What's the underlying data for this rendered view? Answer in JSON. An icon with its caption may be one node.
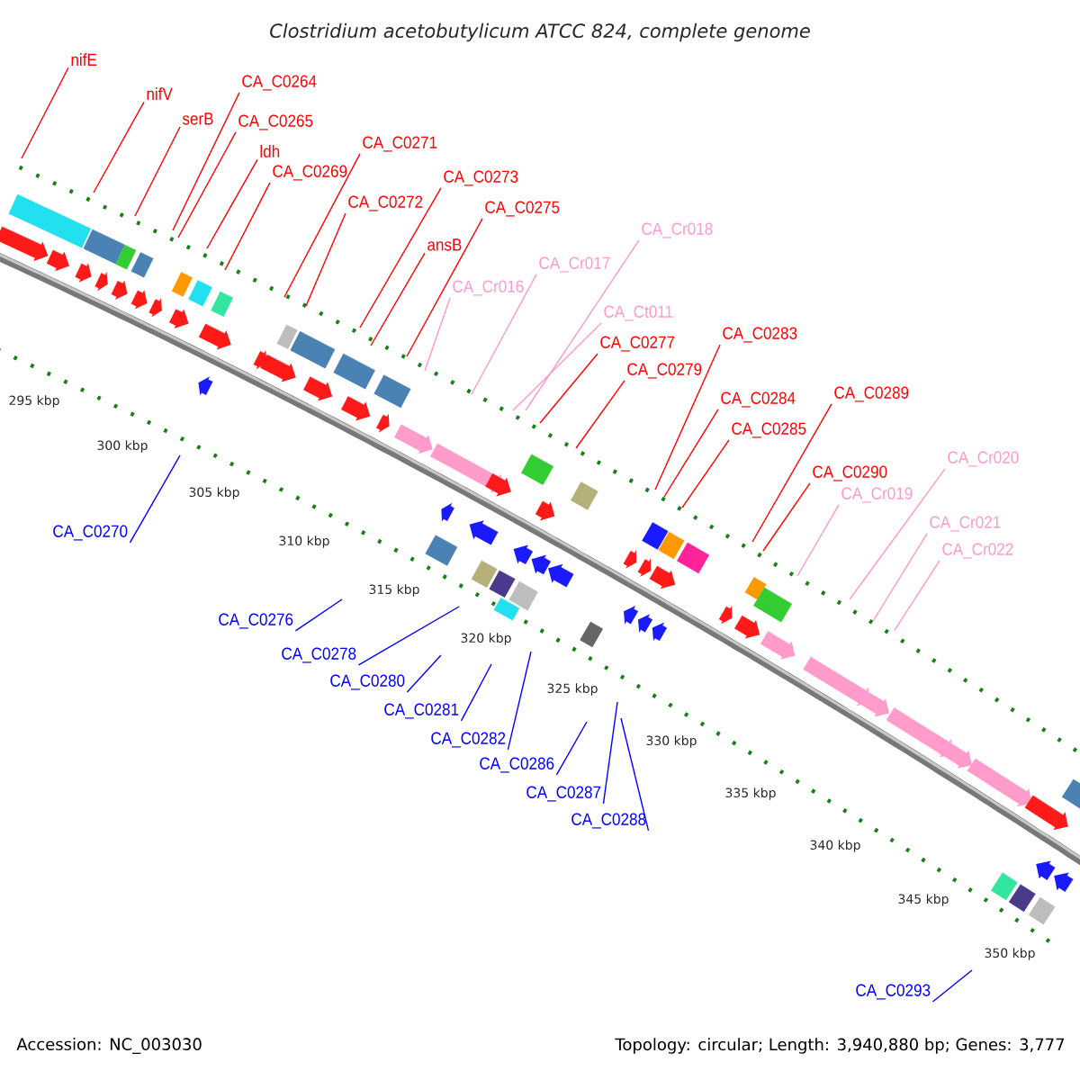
{
  "diagram": {
    "title": "Clostridium acetobutylicum ATCC 824, complete genome",
    "nodes": [
      {
        "text": [
          "nifE"
        ]
      },
      {
        "text": [
          "nifV"
        ]
      },
      {
        "text": [
          "CA_C0264"
        ]
      },
      {
        "text": [
          "serB"
        ]
      },
      {
        "text": [
          "CA_C0265"
        ]
      },
      {
        "text": [
          "ldh"
        ]
      },
      {
        "text": [
          "CA_C0271"
        ]
      },
      {
        "text": [
          "CA_C0269"
        ]
      },
      {
        "text": [
          "CA_C0273"
        ]
      },
      {
        "text": [
          "CA_C0272"
        ]
      },
      {
        "text": [
          "CA_C0275"
        ]
      },
      {
        "text": [
          "CA_Cr018"
        ]
      },
      {
        "text": [
          "ansB"
        ]
      },
      {
        "text": [
          "CA_Cr017"
        ]
      },
      {
        "text": [
          "CA_Cr016"
        ]
      },
      {
        "text": [
          "CA_Ct011"
        ]
      },
      {
        "text": [
          "CA_C0283"
        ]
      },
      {
        "text": [
          "CA_C0277"
        ]
      },
      {
        "text": [
          "CA_C0279"
        ]
      },
      {
        "text": [
          "CA_C0289"
        ]
      },
      {
        "text": [
          "CA_C0284"
        ]
      },
      {
        "text": [
          "CA_C0285"
        ]
      },
      {
        "text": [
          "CA_Cr020"
        ]
      },
      {
        "text": [
          "CA_C0290"
        ]
      },
      {
        "text": [
          "CA_Cr019"
        ]
      },
      {
        "text": [
          "CA_Cr021"
        ]
      },
      {
        "text": [
          "CA_Cr022"
        ]
      },
      {
        "text": [
          "CA_C0270"
        ]
      },
      {
        "text": [
          "CA_C0276"
        ]
      },
      {
        "text": [
          "CA_C0278"
        ]
      },
      {
        "text": [
          "CA_C0280"
        ]
      },
      {
        "text": [
          "CA_C0281"
        ]
      },
      {
        "text": [
          "CA_C0282"
        ]
      },
      {
        "text": [
          "CA_C0286"
        ]
      },
      {
        "text": [
          "CA_C0287"
        ]
      },
      {
        "text": [
          "CA_C0288"
        ]
      },
      {
        "text": [
          "CA_C0293"
        ]
      }
    ],
    "edges": [
      {
        "from": 0,
        "to": null,
        "arrow": "none"
      },
      {
        "from": 1,
        "to": null,
        "arrow": "none"
      },
      {
        "from": 2,
        "to": null,
        "arrow": "none"
      },
      {
        "from": 3,
        "to": null,
        "arrow": "none"
      },
      {
        "from": 4,
        "to": null,
        "arrow": "none"
      },
      {
        "from": 5,
        "to": null,
        "arrow": "none"
      },
      {
        "from": 6,
        "to": null,
        "arrow": "none"
      },
      {
        "from": 7,
        "to": null,
        "arrow": "none"
      },
      {
        "from": 8,
        "to": null,
        "arrow": "none"
      },
      {
        "from": 9,
        "to": null,
        "arrow": "none"
      },
      {
        "from": 10,
        "to": null,
        "arrow": "none"
      },
      {
        "from": 11,
        "to": null,
        "arrow": "none",
        "color": "#ff99cc"
      },
      {
        "from": 12,
        "to": null,
        "arrow": "none"
      },
      {
        "from": 13,
        "to": null,
        "arrow": "none",
        "color": "#ff99cc"
      },
      {
        "from": 14,
        "to": null,
        "arrow": "none",
        "color": "#ff99cc"
      },
      {
        "from": 15,
        "to": null,
        "arrow": "none",
        "color": "#ff99cc"
      },
      {
        "from": 16,
        "to": null,
        "arrow": "none"
      },
      {
        "from": 17,
        "to": null,
        "arrow": "none"
      },
      {
        "from": 18,
        "to": null,
        "arrow": "none"
      },
      {
        "from": 19,
        "to": null,
        "arrow": "none"
      },
      {
        "from": 20,
        "to": null,
        "arrow": "none"
      },
      {
        "from": 21,
        "to": null,
        "arrow": "none"
      },
      {
        "from": 22,
        "to": null,
        "arrow": "none",
        "color": "#ff99cc"
      },
      {
        "from": 23,
        "to": null,
        "arrow": "none"
      },
      {
        "from": 24,
        "to": null,
        "arrow": "none",
        "color": "#ff99cc"
      },
      {
        "from": 25,
        "to": null,
        "arrow": "none",
        "color": "#ff99cc"
      },
      {
        "from": 26,
        "to": null,
        "arrow": "none",
        "color": "#ff99cc"
      },
      {
        "from": 27,
        "to": null,
        "arrow": "none",
        "color": "#0000ff"
      },
      {
        "from": 28,
        "to": null,
        "arrow": "none",
        "color": "#0000ff"
      },
      {
        "from": 29,
        "to": null,
        "arrow": "none",
        "color": "#0000ff"
      },
      {
        "from": 30,
        "to": null,
        "arrow": "none",
        "color": "#0000ff"
      },
      {
        "from": 31,
        "to": null,
        "arrow": "none",
        "color": "#0000ff"
      },
      {
        "from": 32,
        "to": null,
        "arrow": "none",
        "color": "#0000ff"
      },
      {
        "from": 33,
        "to": null,
        "arrow": "none",
        "color": "#0000ff"
      },
      {
        "from": 34,
        "to": null,
        "arrow": "none",
        "color": "#0000ff"
      },
      {
        "from": 35,
        "to": null,
        "arrow": "none",
        "color": "#0000ff"
      },
      {
        "from": 36,
        "to": null,
        "arrow": "none",
        "color": "#0000ff"
      }
    ],
    "labels": [
      "295 kbp",
      "300 kbp",
      "305 kbp",
      "310 kbp",
      "315 kbp",
      "320 kbp",
      "325 kbp",
      "330 kbp",
      "335 kbp",
      "340 kbp",
      "345 kbp",
      "350 kbp",
      "Accession: NC_003030",
      "Topology: circular; Length: 3,940,880 bp; Genes: 3,777"
    ]
  }
}
